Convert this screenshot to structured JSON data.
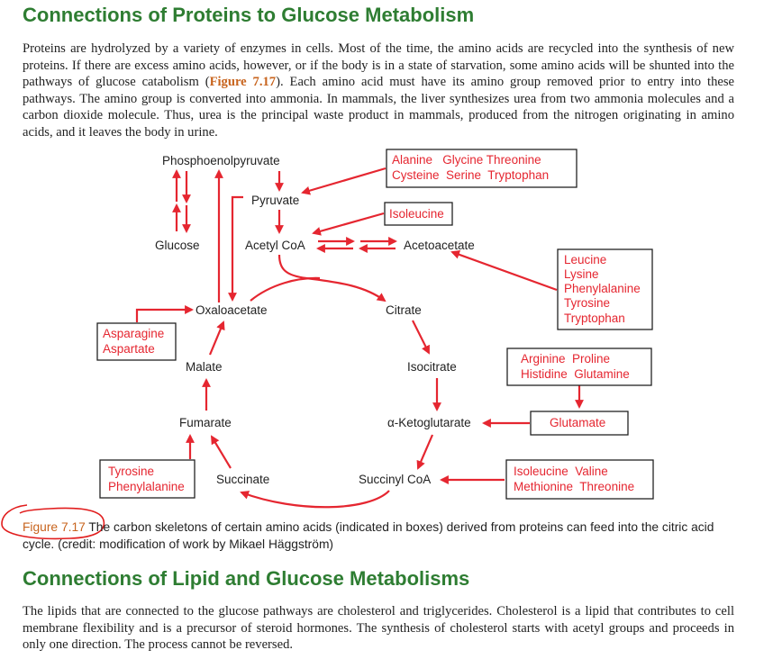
{
  "section1": {
    "heading": "Connections of Proteins to Glucose Metabolism",
    "para_before": "Proteins are hydrolyzed by a variety of enzymes in cells. Most of the time, the amino acids are recycled into the synthesis of new proteins. If there are excess amino acids, however, or if the body is in a state of starvation, some amino acids will be shunted into the pathways of glucose catabolism (",
    "para_ref": "Figure 7.17",
    "para_after": "). Each amino acid must have its amino group removed prior to entry into these pathways. The amino group is converted into ammonia. In mammals, the liver synthesizes urea from two ammonia molecules and a carbon dioxide molecule. Thus, urea is the principal waste product in mammals, produced from the nitrogen originating in amino acids, and it leaves the body in urine."
  },
  "diagram": {
    "metabolites": {
      "pep": "Phosphoenolpyruvate",
      "pyruvate": "Pyruvate",
      "glucose": "Glucose",
      "acetyl_coa": "Acetyl CoA",
      "acetoacetate": "Acetoacetate",
      "oxaloacetate": "Oxaloacetate",
      "citrate": "Citrate",
      "malate": "Malate",
      "isocitrate": "Isocitrate",
      "fumarate": "Fumarate",
      "ketoglutarate": "α-Ketoglutarate",
      "succinate": "Succinate",
      "succinyl_coa": "Succinyl CoA"
    },
    "boxes": {
      "pyruvate_group": [
        "Alanine   Glycine Threonine",
        "Cysteine  Serine  Tryptophan"
      ],
      "acetyl_group": [
        "Isoleucine"
      ],
      "acetoacetate_group": [
        "Leucine",
        "Lysine",
        "Phenylalanine",
        "Tyrosine",
        "Tryptophan"
      ],
      "oxaloacetate_group": [
        "Asparagine",
        "Aspartate"
      ],
      "glutamate_precursors": [
        "Arginine  Proline",
        "Histidine  Glutamine"
      ],
      "glutamate": [
        "Glutamate"
      ],
      "succinyl_group": [
        "Isoleucine  Valine",
        "Methionine  Threonine"
      ],
      "fumarate_group": [
        "Tyrosine",
        "Phenylalanine"
      ]
    },
    "colors": {
      "arrow": "#e52630",
      "box_text": "#e52630",
      "heading": "#2e7d32",
      "figure_label": "#c8641e"
    }
  },
  "caption": {
    "label": "Figure 7.17",
    "text": " The carbon skeletons of certain amino acids (indicated in boxes) derived from proteins can feed into the citric acid cycle. (credit: modification of work by Mikael Häggström)"
  },
  "section2": {
    "heading": "Connections of Lipid and Glucose Metabolisms",
    "paragraph": "The lipids that are connected to the glucose pathways are cholesterol and triglycerides. Cholesterol is a lipid that contributes to cell membrane flexibility and is a precursor of steroid hormones. The synthesis of cholesterol starts with acetyl groups and proceeds in only one direction. The process cannot be reversed."
  }
}
